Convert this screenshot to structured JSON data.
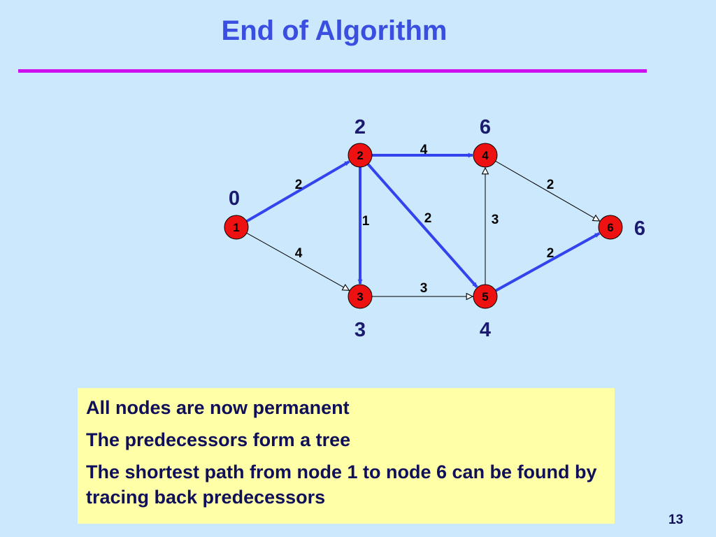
{
  "title": "End of Algorithm",
  "colors": {
    "background": "#cce8fc",
    "title": "#3a4fe0",
    "rule": "#cc11ee",
    "node_fill": "#ee1111",
    "tree_edge": "#3344ee",
    "plain_edge": "#000000",
    "note_box": "#ffffa8"
  },
  "nodes": [
    {
      "id": "1",
      "label": "1",
      "distance": "0"
    },
    {
      "id": "2",
      "label": "2",
      "distance": "2"
    },
    {
      "id": "3",
      "label": "3",
      "distance": "3"
    },
    {
      "id": "4",
      "label": "4",
      "distance": "6"
    },
    {
      "id": "5",
      "label": "5",
      "distance": "4"
    },
    {
      "id": "6",
      "label": "6",
      "distance": "6"
    }
  ],
  "edges": [
    {
      "from": "1",
      "to": "2",
      "weight": "2",
      "tree": true
    },
    {
      "from": "1",
      "to": "3",
      "weight": "4",
      "tree": false
    },
    {
      "from": "2",
      "to": "4",
      "weight": "4",
      "tree": true
    },
    {
      "from": "2",
      "to": "3",
      "weight": "1",
      "tree": true
    },
    {
      "from": "2",
      "to": "5",
      "weight": "2",
      "tree": true
    },
    {
      "from": "3",
      "to": "5",
      "weight": "3",
      "tree": false
    },
    {
      "from": "5",
      "to": "4",
      "weight": "3",
      "tree": false
    },
    {
      "from": "4",
      "to": "6",
      "weight": "2",
      "tree": false
    },
    {
      "from": "5",
      "to": "6",
      "weight": "2",
      "tree": true
    }
  ],
  "notes": [
    "All nodes are now permanent",
    "The predecessors form a tree",
    "The shortest path from node 1 to node 6 can be found by tracing back predecessors"
  ],
  "page_number": "13"
}
